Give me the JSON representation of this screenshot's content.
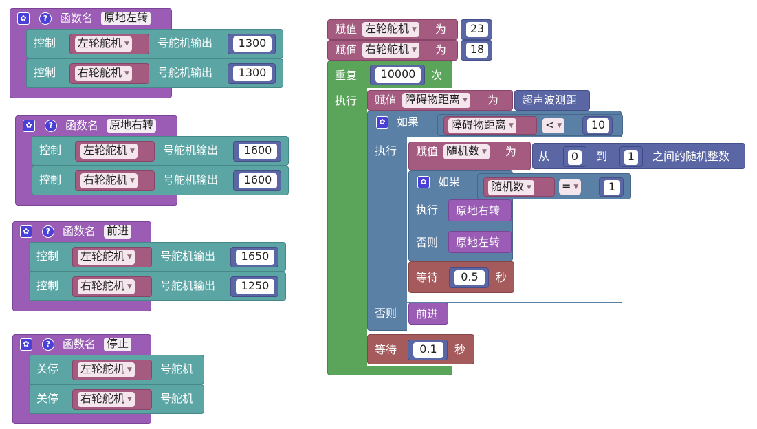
{
  "functions": [
    {
      "header_label": "函数名",
      "name": "原地左转",
      "rows": [
        {
          "action": "控制",
          "servo": "左轮舵机",
          "suffix": "号舵机输出",
          "value": "1300"
        },
        {
          "action": "控制",
          "servo": "右轮舵机",
          "suffix": "号舵机输出",
          "value": "1300"
        }
      ]
    },
    {
      "header_label": "函数名",
      "name": "原地右转",
      "rows": [
        {
          "action": "控制",
          "servo": "左轮舵机",
          "suffix": "号舵机输出",
          "value": "1600"
        },
        {
          "action": "控制",
          "servo": "右轮舵机",
          "suffix": "号舵机输出",
          "value": "1600"
        }
      ]
    },
    {
      "header_label": "函数名",
      "name": "前进",
      "rows": [
        {
          "action": "控制",
          "servo": "左轮舵机",
          "suffix": "号舵机输出",
          "value": "1650"
        },
        {
          "action": "控制",
          "servo": "右轮舵机",
          "suffix": "号舵机输出",
          "value": "1250"
        }
      ]
    },
    {
      "header_label": "函数名",
      "name": "停止",
      "rows": [
        {
          "action": "关停",
          "servo": "左轮舵机",
          "suffix": "号舵机"
        },
        {
          "action": "关停",
          "servo": "右轮舵机",
          "suffix": "号舵机"
        }
      ]
    }
  ],
  "main": {
    "assign1": {
      "label": "赋值",
      "var": "左轮舵机",
      "as": "为",
      "value": "23"
    },
    "assign2": {
      "label": "赋值",
      "var": "右轮舵机",
      "as": "为",
      "value": "18"
    },
    "repeat": {
      "label": "重复",
      "count": "10000",
      "times": "次",
      "do": "执行"
    },
    "assign3": {
      "label": "赋值",
      "var": "障碍物距离",
      "as": "为",
      "sensor": "超声波测距"
    },
    "if1": {
      "label": "如果",
      "var": "障碍物距离",
      "op": "<",
      "value": "10",
      "do": "执行",
      "else": "否则"
    },
    "assign4": {
      "label": "赋值",
      "var": "随机数",
      "as": "为",
      "from": "从",
      "min": "0",
      "to": "到",
      "max": "1",
      "suffix": "之间的随机整数"
    },
    "if2": {
      "label": "如果",
      "var": "随机数",
      "op": "=",
      "value": "1",
      "do": "执行",
      "else": "否则"
    },
    "call_right": "原地右转",
    "call_left": "原地左转",
    "wait1": {
      "label": "等待",
      "value": "0.5",
      "unit": "秒"
    },
    "call_forward": "前进",
    "wait2": {
      "label": "等待",
      "value": "0.1",
      "unit": "秒"
    }
  }
}
